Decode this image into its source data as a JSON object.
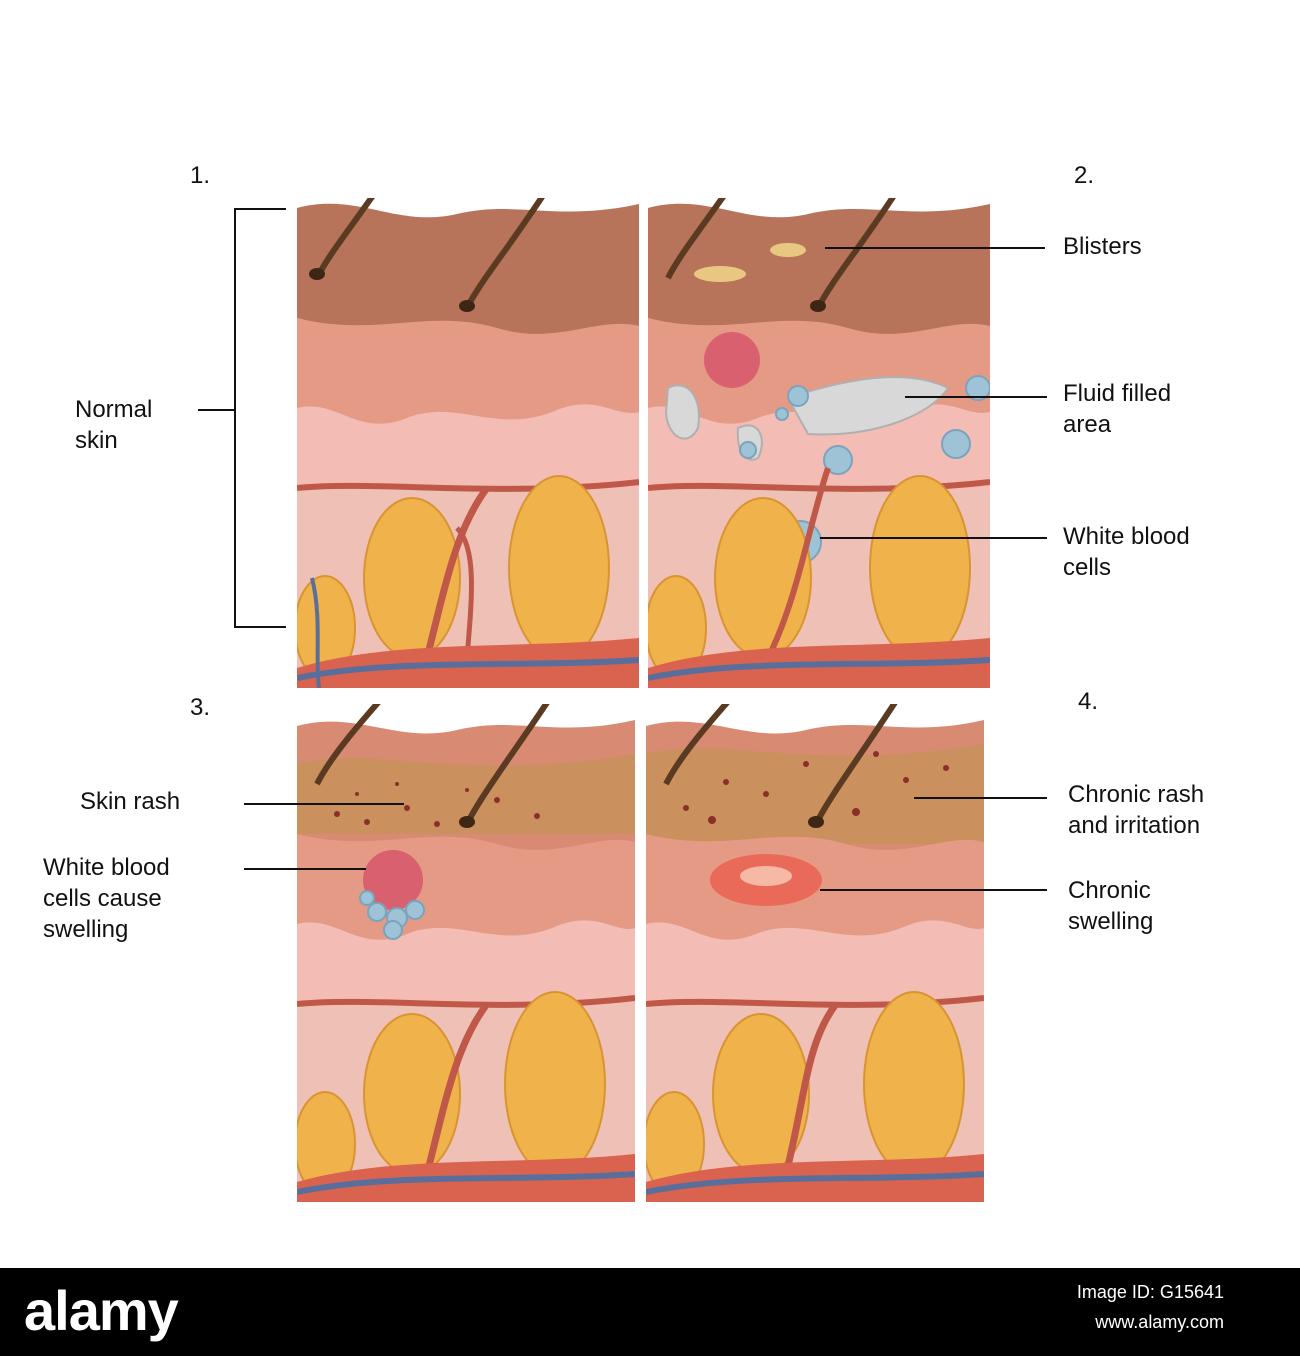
{
  "panels": {
    "p1": {
      "number": "1."
    },
    "p2": {
      "number": "2."
    },
    "p3": {
      "number": "3."
    },
    "p4": {
      "number": "4."
    }
  },
  "labels": {
    "normal_skin": "Normal\nskin",
    "blisters": "Blisters",
    "fluid_filled_area": "Fluid filled\narea",
    "white_blood_cells": "White blood\ncells",
    "skin_rash": "Skin rash",
    "white_blood_cells_swelling": "White blood\ncells cause\nswelling",
    "chronic_rash": "Chronic rash\nand irritation",
    "chronic_swelling": "Chronic\nswelling"
  },
  "footer": {
    "logo": "alamy",
    "image_id": "Image ID: G15641",
    "url": "www.alamy.com"
  },
  "colors": {
    "epidermis": "#b8745a",
    "dermis": "#e59a86",
    "deep_dermis": "#f3bcb5",
    "fat": "#f0b24a",
    "vessel": "#c0584a",
    "vein": "#5a6e9c",
    "hair": "#5b3a22",
    "white_blood_cell": "#9fc3d6",
    "fluid": "#d8d8d8"
  }
}
